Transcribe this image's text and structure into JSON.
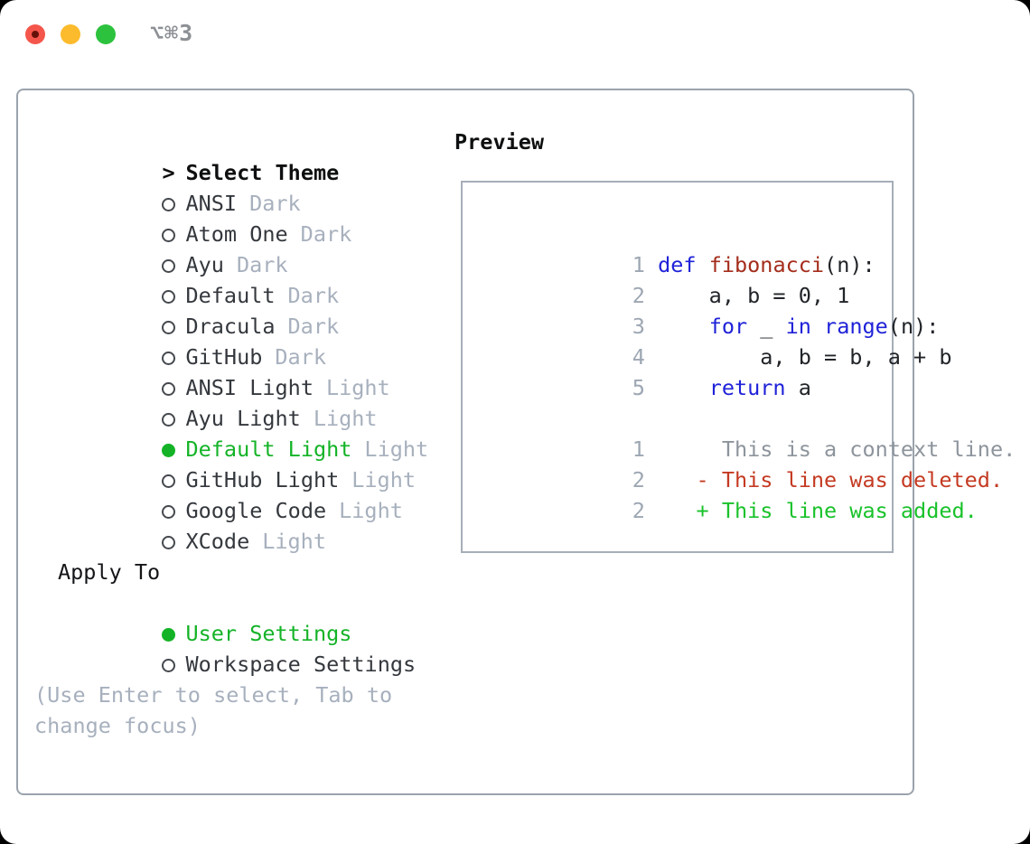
{
  "window": {
    "title": "⌥⌘3",
    "traffic_lights": [
      "close-red",
      "minimize-yellow",
      "zoom-green"
    ]
  },
  "theme_panel": {
    "header_marker": ">",
    "header_label": "Select Theme",
    "items": [
      {
        "name": "ANSI",
        "variant": "Dark",
        "selected": false
      },
      {
        "name": "Atom One",
        "variant": "Dark",
        "selected": false
      },
      {
        "name": "Ayu",
        "variant": "Dark",
        "selected": false
      },
      {
        "name": "Default",
        "variant": "Dark",
        "selected": false
      },
      {
        "name": "Dracula",
        "variant": "Dark",
        "selected": false
      },
      {
        "name": "GitHub",
        "variant": "Dark",
        "selected": false
      },
      {
        "name": "ANSI Light",
        "variant": "Light",
        "selected": false
      },
      {
        "name": "Ayu Light",
        "variant": "Light",
        "selected": false
      },
      {
        "name": "Default Light",
        "variant": "Light",
        "selected": true
      },
      {
        "name": "GitHub Light",
        "variant": "Light",
        "selected": false
      },
      {
        "name": "Google Code",
        "variant": "Light",
        "selected": false
      },
      {
        "name": "XCode",
        "variant": "Light",
        "selected": false
      }
    ],
    "apply_to_label": "Apply To",
    "apply_options": [
      {
        "label": "User Settings",
        "selected": true
      },
      {
        "label": "Workspace Settings",
        "selected": false
      }
    ],
    "hint_line1": "(Use Enter to select, Tab to",
    "hint_line2": "change focus)"
  },
  "preview": {
    "label": "Preview",
    "code_lines": [
      {
        "num": "1",
        "t1": " ",
        "kw": "def",
        "t2": " ",
        "fn": "fibonacci",
        "t3": "(n):"
      },
      {
        "num": "2",
        "t1": "     a, b = 0, 1"
      },
      {
        "num": "3",
        "t1": "     ",
        "kw1": "for",
        "t2": " _ ",
        "kw2": "in",
        "t3": " ",
        "kw3": "range",
        "t4": "(n):"
      },
      {
        "num": "4",
        "t1": "         a, b = b, a + b"
      },
      {
        "num": "5",
        "t1": "     ",
        "kw": "return",
        "t2": " a"
      }
    ],
    "diff_lines": [
      {
        "num": "1",
        "text": "      This is a context line.",
        "kind": "context"
      },
      {
        "num": "2",
        "text": "    - This line was deleted.",
        "kind": "deleted"
      },
      {
        "num": "2",
        "text": "    + This line was added.",
        "kind": "added"
      }
    ]
  },
  "colors": {
    "accent_green": "#14b327",
    "added_green": "#19c22a",
    "deleted_red": "#c43a22",
    "keyword_blue": "#1f22d8",
    "function_red": "#a42d1c",
    "context_gray": "#8d949c",
    "muted_gray": "#a7b0bd",
    "line_number_gray": "#9da7b3",
    "border_gray": "#9aa3ad",
    "traffic_red": "#f5564b",
    "traffic_yellow": "#fcbb2d",
    "traffic_green": "#2cc23d"
  }
}
